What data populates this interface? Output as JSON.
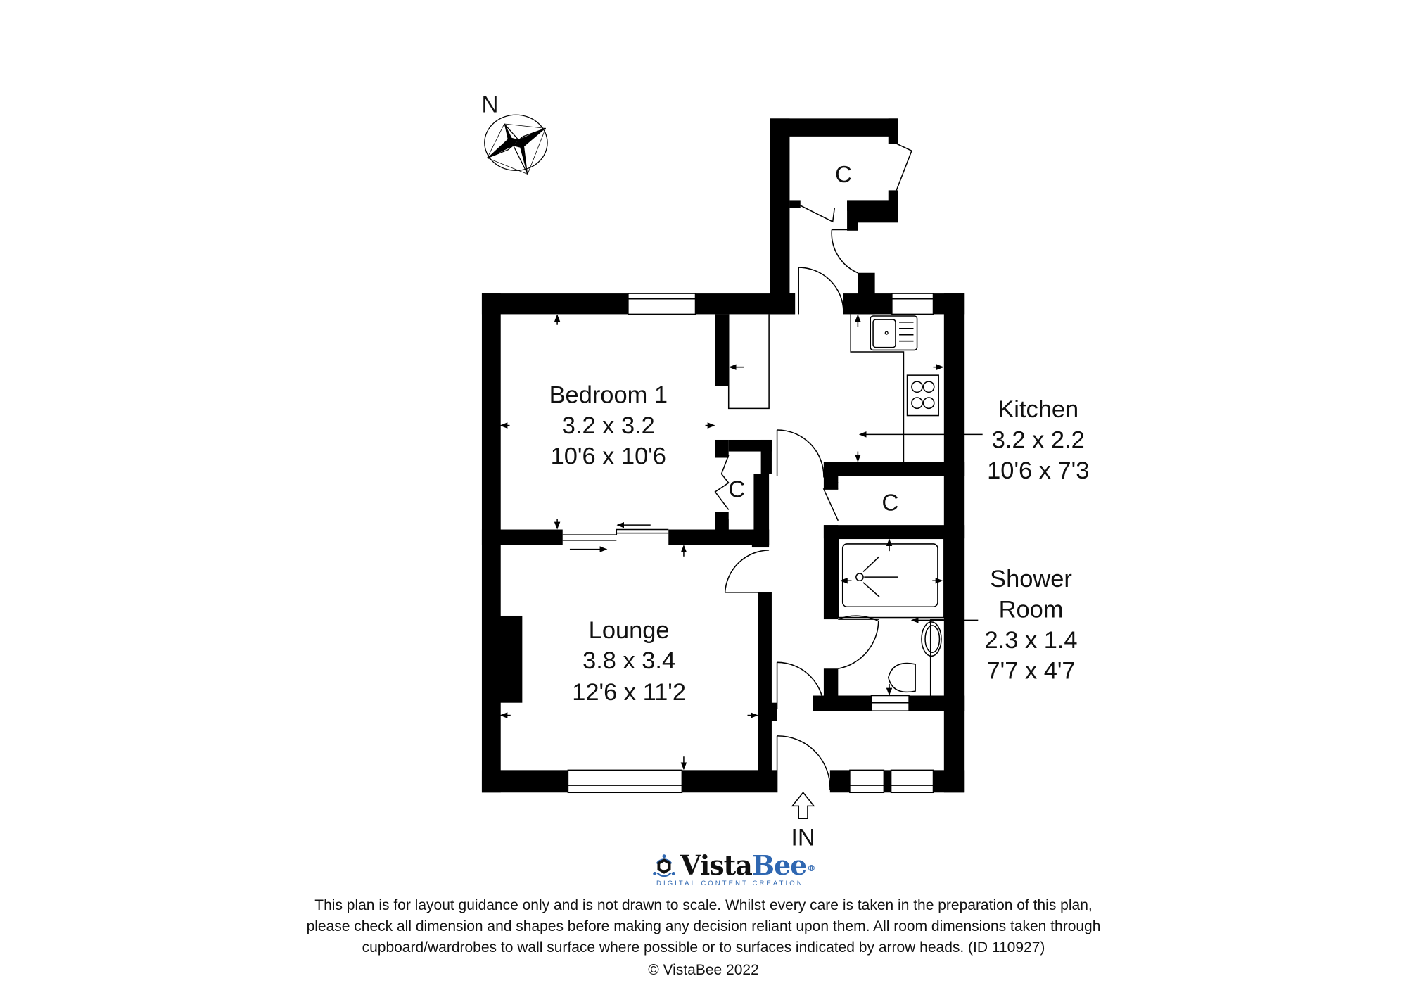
{
  "compass": {
    "label": "N"
  },
  "rooms": {
    "bedroom1": {
      "name": "Bedroom 1",
      "metric": "3.2 x 3.2",
      "imperial": "10'6 x 10'6"
    },
    "lounge": {
      "name": "Lounge",
      "metric": "3.8 x 3.4",
      "imperial": "12'6 x 11'2"
    },
    "kitchen": {
      "name": "Kitchen",
      "metric": "3.2 x 2.2",
      "imperial": "10'6 x 7'3"
    },
    "shower_room": {
      "name_line1": "Shower",
      "name_line2": "Room",
      "metric": "2.3 x 1.4",
      "imperial": "7'7 x 4'7"
    }
  },
  "cupboards": {
    "top": "C",
    "bedroom": "C",
    "hall": "C"
  },
  "entrance": {
    "label": "IN"
  },
  "logo": {
    "word_dark": "Vista",
    "word_blue": "Bee",
    "registered": "®",
    "tagline": "DIGITAL CONTENT CREATION",
    "colors": {
      "dark": "#111111",
      "blue": "#2f67b1"
    }
  },
  "disclaimer": {
    "line1": "This plan is for layout guidance only and is not drawn to scale. Whilst every care is taken in the preparation of this plan,",
    "line2": "please check all dimension and shapes before making any decision reliant upon them. All room dimensions taken through",
    "line3": "cupboard/wardrobes to wall surface where possible or to surfaces indicated by arrow heads. (ID 110927)"
  },
  "copyright": "© VistaBee 2022"
}
